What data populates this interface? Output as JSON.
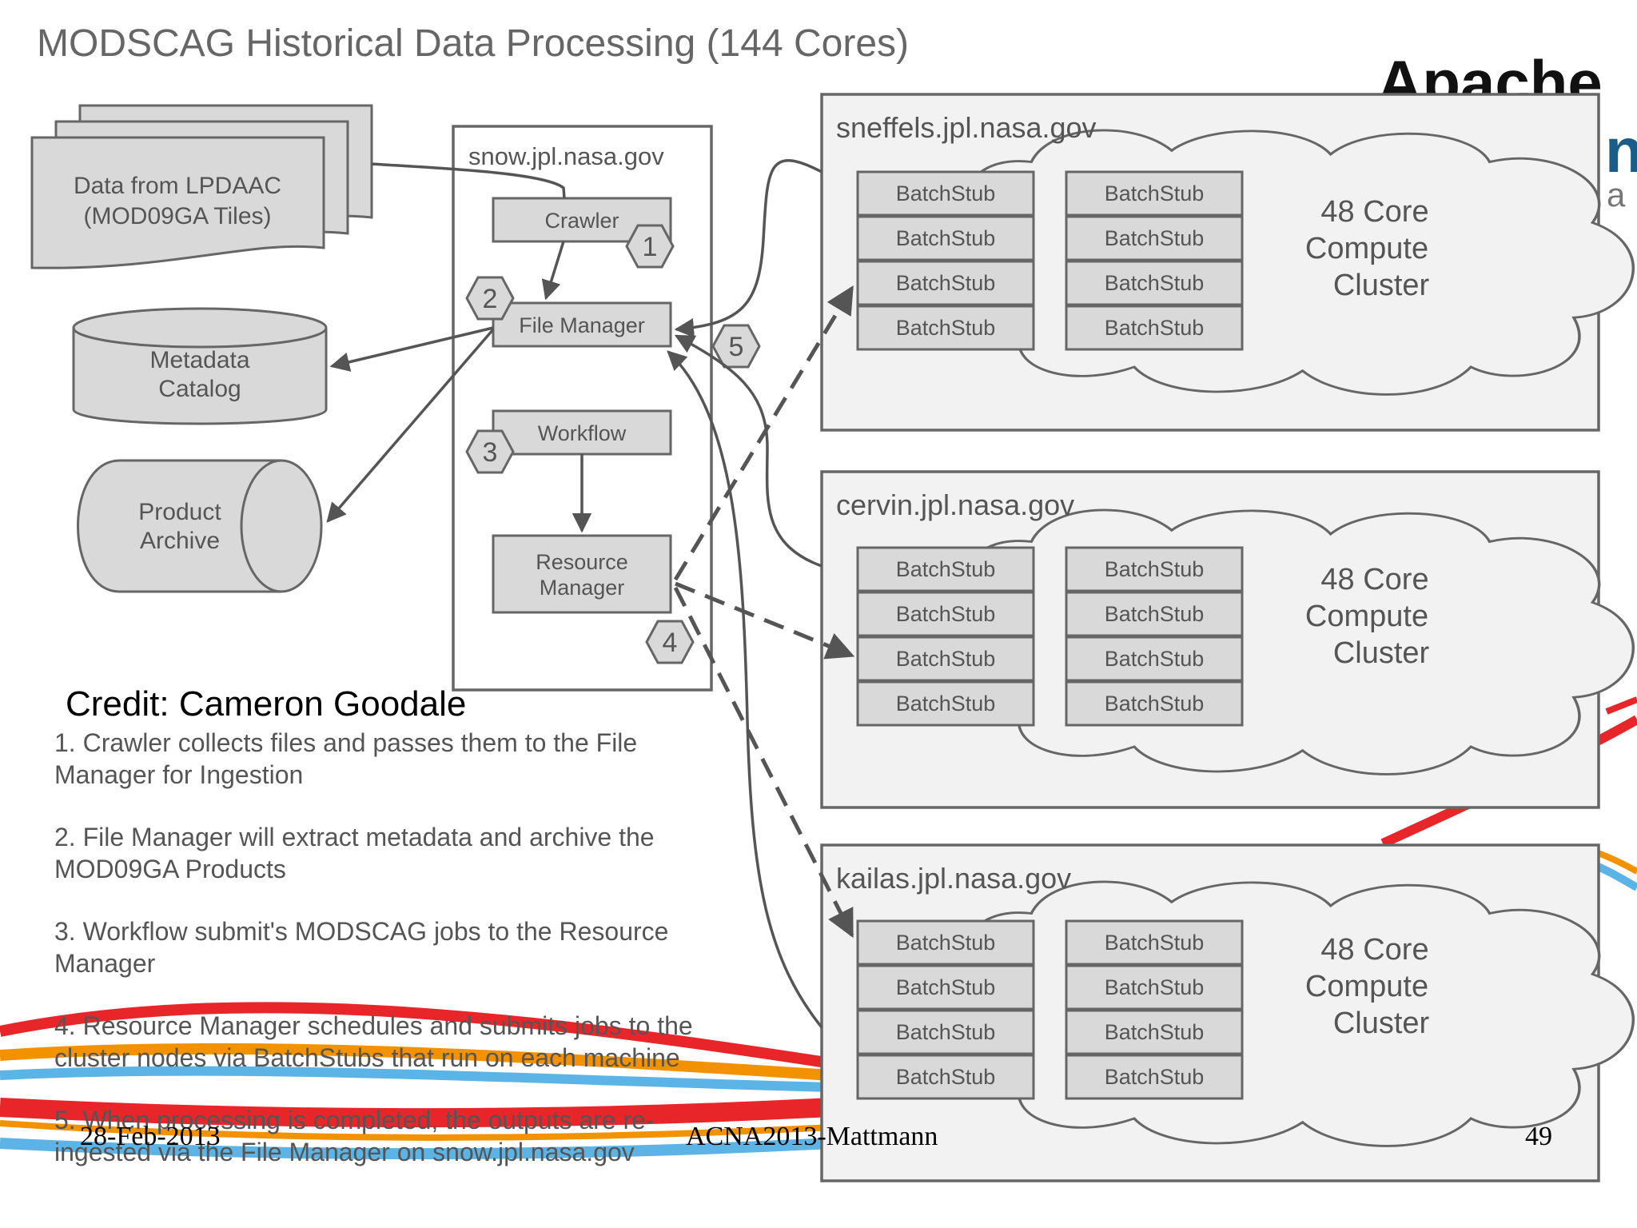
{
  "title": "MODSCAG Historical Data Processing (144 Cores)",
  "logo": {
    "text": "Apache",
    "fragments": [
      "n",
      "a"
    ]
  },
  "sources": {
    "data_line1": "Data from LPDAAC",
    "data_line2": "(MOD09GA Tiles)",
    "metadata_line1": "Metadata",
    "metadata_line2": "Catalog",
    "archive_line1": "Product",
    "archive_line2": "Archive"
  },
  "snow": {
    "host": "snow.jpl.nasa.gov",
    "crawler": "Crawler",
    "file_manager": "File Manager",
    "workflow": "Workflow",
    "resource_line1": "Resource",
    "resource_line2": "Manager"
  },
  "steps": [
    "1",
    "2",
    "3",
    "4",
    "5"
  ],
  "clusters": [
    {
      "host": "sneffels.jpl.nasa.gov",
      "label_line1": "48 Core",
      "label_line2": "Compute",
      "label_line3": "Cluster",
      "stubs": [
        "BatchStub",
        "BatchStub",
        "BatchStub",
        "BatchStub",
        "BatchStub",
        "BatchStub",
        "BatchStub",
        "BatchStub"
      ]
    },
    {
      "host": "cervin.jpl.nasa.gov",
      "label_line1": "48 Core",
      "label_line2": "Compute",
      "label_line3": "Cluster",
      "stubs": [
        "BatchStub",
        "BatchStub",
        "BatchStub",
        "BatchStub",
        "BatchStub",
        "BatchStub",
        "BatchStub",
        "BatchStub"
      ]
    },
    {
      "host": "kailas.jpl.nasa.gov",
      "label_line1": "48 Core",
      "label_line2": "Compute",
      "label_line3": "Cluster",
      "stubs": [
        "BatchStub",
        "BatchStub",
        "BatchStub",
        "BatchStub",
        "BatchStub",
        "BatchStub",
        "BatchStub",
        "BatchStub"
      ]
    }
  ],
  "credit": "Credit: Cameron Goodale",
  "notes": [
    {
      "line1": "1.  Crawler collects files and passes them to the File",
      "line2": "Manager for Ingestion"
    },
    {
      "line1": "2.  File Manager will extract metadata and archive the",
      "line2": "MOD09GA Products"
    },
    {
      "line1": "3.  Workflow submit's MODSCAG jobs to the Resource",
      "line2": "Manager"
    },
    {
      "line1": "4.  Resource Manager schedules and submits jobs to the",
      "line2": "cluster nodes via BatchStubs that run on each machine"
    },
    {
      "line1": "5.  When processing is completed, the outputs are re-",
      "line2": "ingested via the File Manager on snow.jpl.nasa.gov"
    }
  ],
  "footer": {
    "date": "28-Feb-2013",
    "event": "ACNA2013-Mattmann",
    "page": "49"
  },
  "colors": {
    "swoosh_red": "#e8262a",
    "swoosh_orange": "#f39200",
    "swoosh_blue": "#5bb4e5",
    "box_fill": "#d9d9d9",
    "frame_fill": "#f2f2f2",
    "stroke": "#666666"
  }
}
